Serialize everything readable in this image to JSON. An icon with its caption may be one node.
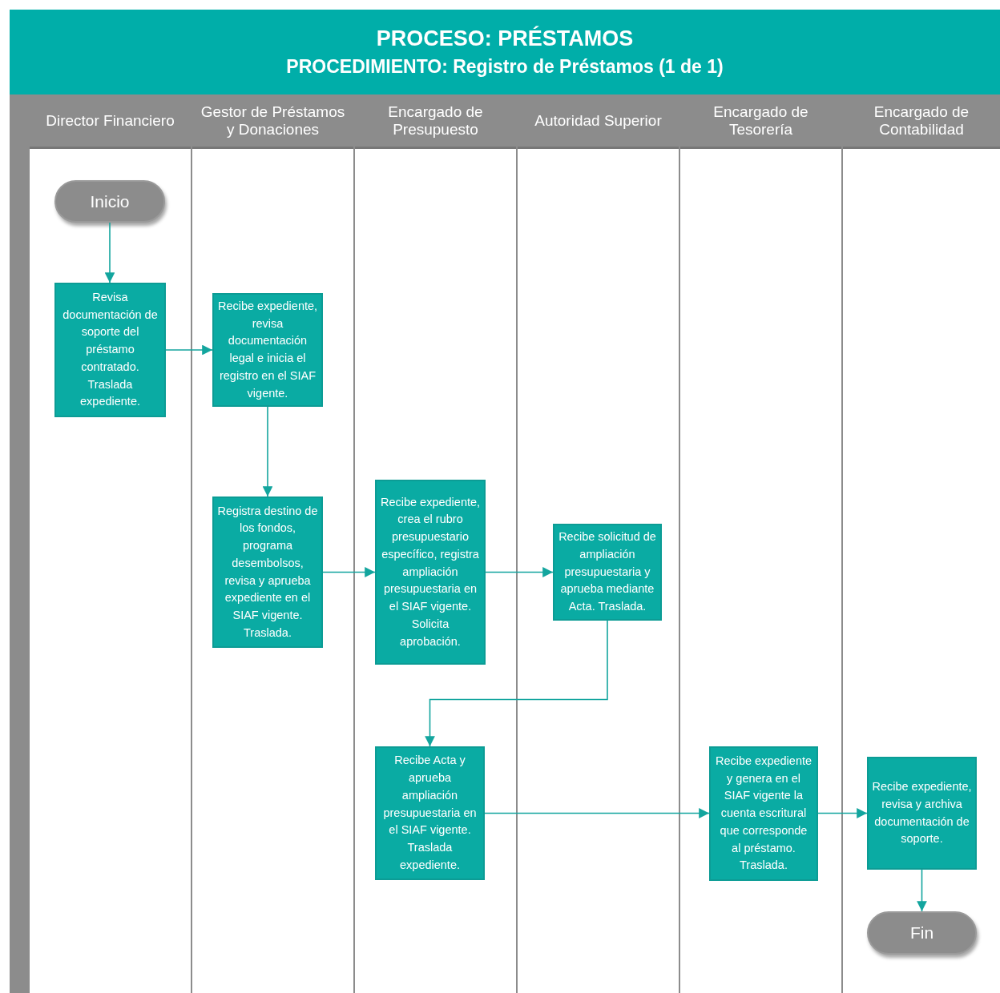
{
  "diagram": {
    "title": "PROCESO: PRÉSTAMOS",
    "caption": "PROCEDIMIENTO: Registro de Préstamos (1 de 1)",
    "nodes": [
      {
        "text": [
          "Director Financiero"
        ]
      },
      {
        "text": [
          "Gestor de Préstamos y Donaciones"
        ]
      },
      {
        "text": [
          "Encargado de Presupuesto"
        ]
      },
      {
        "text": [
          "Autoridad Superior"
        ]
      },
      {
        "text": [
          "Encargado de Tesorería"
        ]
      },
      {
        "text": [
          "Encargado de Contabilidad"
        ]
      },
      {
        "text": [
          "Inicio"
        ],
        "in": 0
      },
      {
        "text": [
          "Revisa documentación de soporte del préstamo contratado. Traslada expediente."
        ],
        "in": 0
      },
      {
        "text": [
          "Recibe expediente, revisa documentación legal e inicia el registro en el SIAF vigente."
        ],
        "in": 1
      },
      {
        "text": [
          "Registra destino de los fondos, programa desembolsos, revisa y aprueba expediente en el SIAF vigente. Traslada."
        ],
        "in": 1
      },
      {
        "text": [
          "Recibe expediente, crea el rubro presupuestario específico, registra ampliación presupuestaria en el SIAF vigente. Solicita aprobación."
        ],
        "in": 2
      },
      {
        "text": [
          "Recibe solicitud de ampliación presupuestaria y aprueba mediante Acta. Traslada."
        ],
        "in": 3
      },
      {
        "text": [
          "Recibe Acta y aprueba ampliación presupuestaria en el SIAF vigente. Traslada expediente."
        ],
        "in": 2
      },
      {
        "text": [
          "Recibe expediente y genera en el SIAF vigente la cuenta escritural que corresponde al préstamo. Traslada."
        ],
        "in": 4
      },
      {
        "text": [
          "Recibe expediente, revisa y archiva documentación de soporte."
        ],
        "in": 5
      },
      {
        "text": [
          "Fin"
        ],
        "in": 5
      }
    ],
    "edges": [
      {
        "from": 6,
        "to": 7,
        "arrow": "to"
      },
      {
        "from": 7,
        "to": 8,
        "arrow": "to"
      },
      {
        "from": 8,
        "to": 9,
        "arrow": "to"
      },
      {
        "from": 9,
        "to": 10,
        "arrow": "to"
      },
      {
        "from": 10,
        "to": 11,
        "arrow": "to"
      },
      {
        "from": 11,
        "to": 12,
        "arrow": "to"
      },
      {
        "from": 12,
        "to": 13,
        "arrow": "to"
      },
      {
        "from": 13,
        "to": 14,
        "arrow": "to"
      },
      {
        "from": 14,
        "to": 15,
        "arrow": "to"
      }
    ]
  }
}
